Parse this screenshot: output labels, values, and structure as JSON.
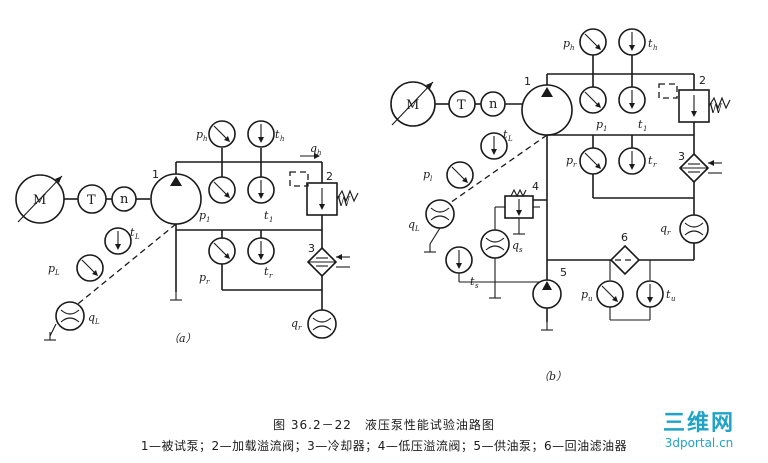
{
  "figure": {
    "title": "图 36.2－22　液压泵性能试验油路图",
    "legend": "1—被试泵；2—加载溢流阀；3—冷却器；4—低压溢流阀；5—供油泵；6—回油滤油器"
  },
  "diagram_a": {
    "label": "（a）",
    "motor": "M",
    "torque": "T",
    "speed": "n",
    "pump_num": "1",
    "valve_num": "2",
    "cooler_num": "3",
    "valve_symbol": "W",
    "gauges": {
      "ph": "p",
      "ph_sub": "h",
      "th": "t",
      "th_sub": "h",
      "p1": "p",
      "p1_sub": "1",
      "t1": "t",
      "t1_sub": "1",
      "pr": "p",
      "pr_sub": "r",
      "tr": "t",
      "tr_sub": "r",
      "pL": "p",
      "pL_sub": "L",
      "tL": "t",
      "tL_sub": "L",
      "qh": "q",
      "qh_sub": "h",
      "qr": "q",
      "qr_sub": "r",
      "qL": "q",
      "qL_sub": "L"
    }
  },
  "diagram_b": {
    "label": "（b）",
    "motor": "M",
    "torque": "T",
    "speed": "n",
    "pump_num": "1",
    "valve_num": "2",
    "cooler_num": "3",
    "lowvalve_num": "4",
    "supply_num": "5",
    "filter_num": "6",
    "valve_symbol": "W",
    "gauges": {
      "ph": "p",
      "ph_sub": "h",
      "th": "t",
      "th_sub": "h",
      "p1": "p",
      "p1_sub": "1",
      "t1": "t",
      "t1_sub": "1",
      "pr": "p",
      "pr_sub": "r",
      "tr": "t",
      "tr_sub": "r",
      "pl": "p",
      "pl_sub": "l",
      "tL": "t",
      "tL_sub": "L",
      "qL": "q",
      "qL_sub": "L",
      "qs": "q",
      "qs_sub": "s",
      "ts": "t",
      "ts_sub": "s",
      "qr": "q",
      "qr_sub": "r",
      "pu": "p",
      "pu_sub": "u",
      "tu": "t",
      "tu_sub": "u"
    }
  },
  "watermark": {
    "brand": "三维网",
    "site": "3dportal.cn"
  },
  "colors": {
    "ink": "#1a1a1a",
    "watermark": "#1fa3c8"
  }
}
